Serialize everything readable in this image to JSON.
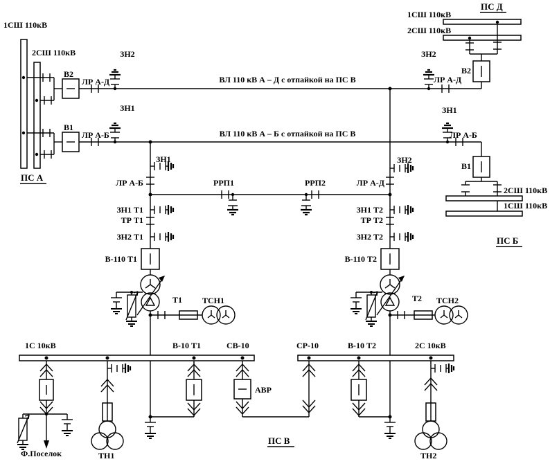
{
  "diagram": {
    "ps_a": {
      "name": "ПС А",
      "bus1_label": "1СШ 110кВ",
      "bus2_label": "2СШ 110кВ",
      "b2": "В2",
      "b1": "В1",
      "lr_ad": "ЛР А-Д",
      "lr_ab": "ЛР А-Б",
      "zn2": "ЗН2",
      "zn1": "ЗН1"
    },
    "ps_d": {
      "name": "ПС Д",
      "bus1_label": "1СШ 110кВ",
      "bus2_label": "2СШ 110кВ",
      "zn2": "ЗН2",
      "b2": "В2",
      "lr_ad": "ЛР А-Д"
    },
    "ps_b": {
      "name": "ПС Б",
      "bus1_label": "1СШ 110кВ",
      "bus2_label": "2СШ 110кВ",
      "zn1": "ЗН1",
      "b1": "В1",
      "lr_ab": "ЛР А-Б"
    },
    "lines": {
      "ad": "ВЛ 110 кВ А – Д с отпайкой на ПС В",
      "ab": "ВЛ 110 кВ А – Б с отпайкой на ПС В"
    },
    "ps_v": {
      "name": "ПС В",
      "rrp1": "РРП1",
      "rrp2": "РРП2",
      "t1_branch": {
        "zn1": "ЗН1",
        "lr_ab": "ЛР А-Б",
        "zn1_t1": "ЗН1 Т1",
        "tr_t1": "ТР Т1",
        "zn2_t1": "ЗН2 Т1",
        "b110_t1": "В-110 Т1",
        "t1": "Т1",
        "tsn1": "ТСН1"
      },
      "t2_branch": {
        "zn2": "ЗН2",
        "lr_ad": "ЛР А-Д",
        "zn1_t2": "ЗН1 Т2",
        "tr_t2": "ТР Т2",
        "zn2_t2": "ЗН2 Т2",
        "b110_t2": "В-110 Т2",
        "t2": "Т2",
        "tsn2": "ТСН2"
      },
      "bus10": {
        "s1": "1С 10кВ",
        "s2": "2С 10кВ",
        "b10_t1": "В-10 Т1",
        "sv10": "СВ-10",
        "sr10": "СР-10",
        "b10_t2": "В-10 Т2",
        "avr": "АВР",
        "feeder": "Ф.Поселок",
        "tn1": "ТН1",
        "tn2": "ТН2"
      }
    }
  }
}
